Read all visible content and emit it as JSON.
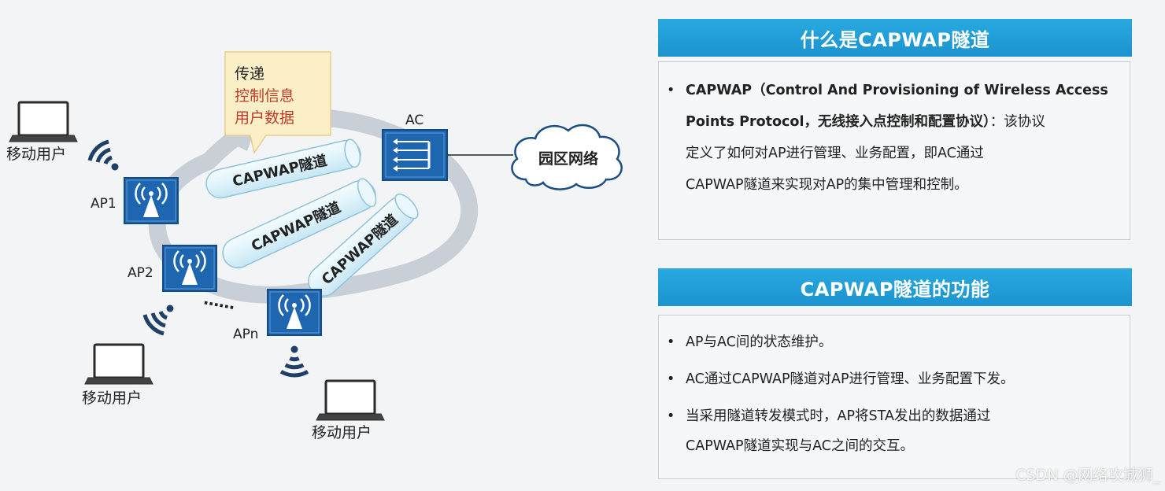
{
  "diagram": {
    "callout": {
      "line1": "传递",
      "line2": "控制信息",
      "line3": "用户数据"
    },
    "ac_label": "AC",
    "campus_network": "园区网络",
    "tunnels": [
      "CAPWAP隧道",
      "CAPWAP隧道",
      "CAPWAP隧道"
    ],
    "aps": [
      "AP1",
      "AP2",
      "APn"
    ],
    "ellipsis": "……",
    "mobile_users": [
      "移动用户",
      "移动用户",
      "移动用户"
    ],
    "colors": {
      "device_blue": "#1e66b0",
      "tunnel_fill": "#dff3fb",
      "callout_bg": "#fbefc8",
      "callout_red": "#c0392b"
    }
  },
  "panel1": {
    "title": "什么是CAPWAP隧道",
    "text_bold_1": "CAPWAP（Control And Provisioning of Wireless Access",
    "text_bold_2": "Points Protocol，无线接入点控制和配置协议）",
    "text_rest_2": "：该协议",
    "text_3": "定义了如何对AP进行管理、业务配置，即AC通过",
    "text_4": "CAPWAP隧道来实现对AP的集中管理和控制。"
  },
  "panel2": {
    "title": "CAPWAP隧道的功能",
    "items": [
      "AP与AC间的状态维护。",
      "AC通过CAPWAP隧道对AP进行管理、业务配置下发。",
      "当采用隧道转发模式时，AP将STA发出的数据通过",
      "CAPWAP隧道实现与AC之间的交互。"
    ]
  },
  "watermark": "CSDN @网络攻城狮_",
  "colors": {
    "header_blue": "#1f9ed8",
    "text": "#222222"
  }
}
